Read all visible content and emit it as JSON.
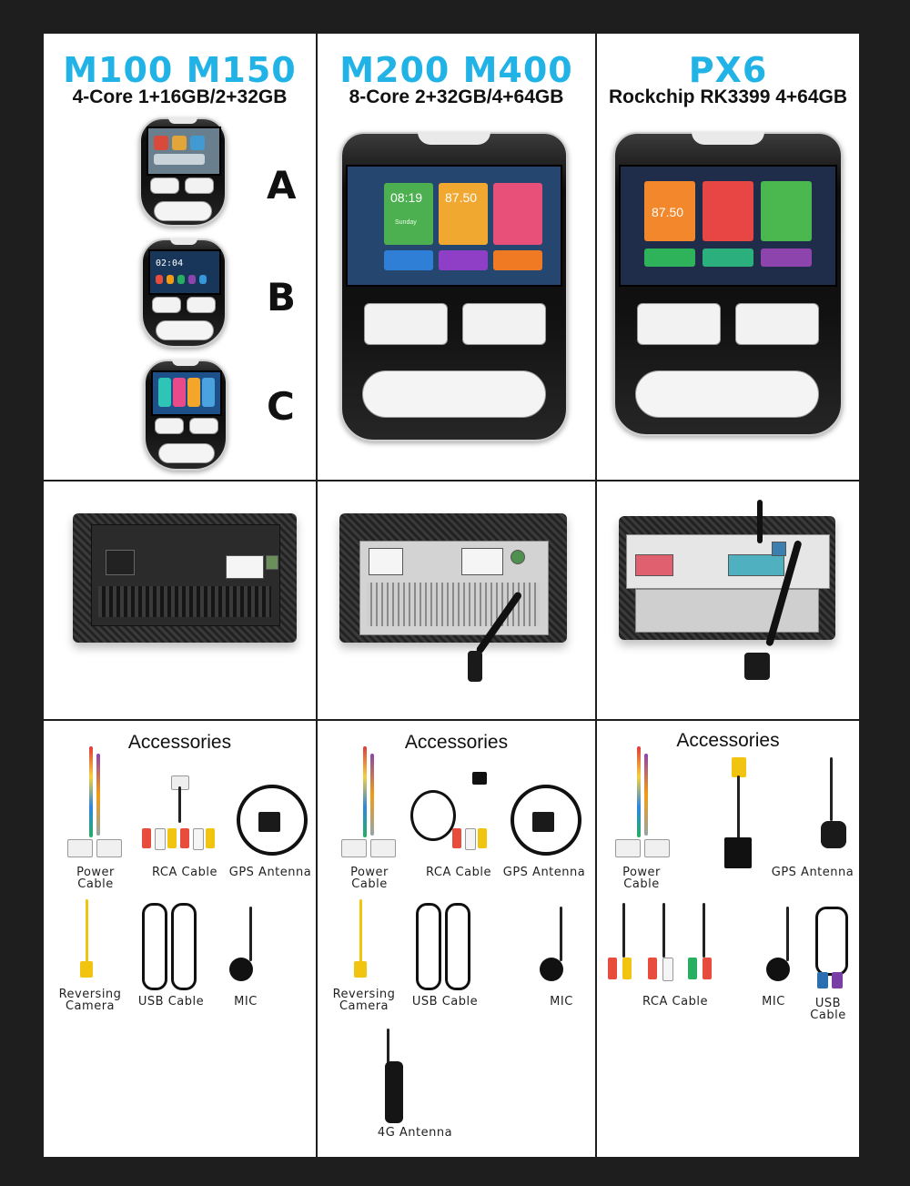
{
  "columns": [
    {
      "title": "M100 M150",
      "subtitle": "4-Core 1+16GB/2+32GB"
    },
    {
      "title": "M200 M400",
      "subtitle": "8-Core 2+32GB/4+64GB"
    },
    {
      "title": "PX6",
      "subtitle": "Rockchip RK3399 4+64GB"
    }
  ],
  "variants": [
    "A",
    "B",
    "C"
  ],
  "screen_text": {
    "clock_b": "02:04",
    "m200_time": "08:19",
    "m200_radio": "87.50",
    "m200_day": "Sunday",
    "px6_radio": "87.50"
  },
  "accessories": [
    {
      "heading": "Accessories",
      "items": [
        "Power Cable",
        "RCA Cable",
        "GPS Antenna",
        "Reversing Camera",
        "USB Cable",
        "MIC"
      ]
    },
    {
      "heading": "Accessories",
      "items": [
        "Power Cable",
        "RCA Cable",
        "GPS Antenna",
        "Reversing Camera",
        "USB Cable",
        "MIC",
        "4G Antenna"
      ]
    },
    {
      "heading": "Accessories",
      "items": [
        "Power Cable",
        "GPS Antenna",
        "RCA Cable",
        "MIC",
        "USB Cable"
      ]
    }
  ],
  "colors": {
    "title_blue": "#22b3e6",
    "border": "#1e1e1e"
  }
}
